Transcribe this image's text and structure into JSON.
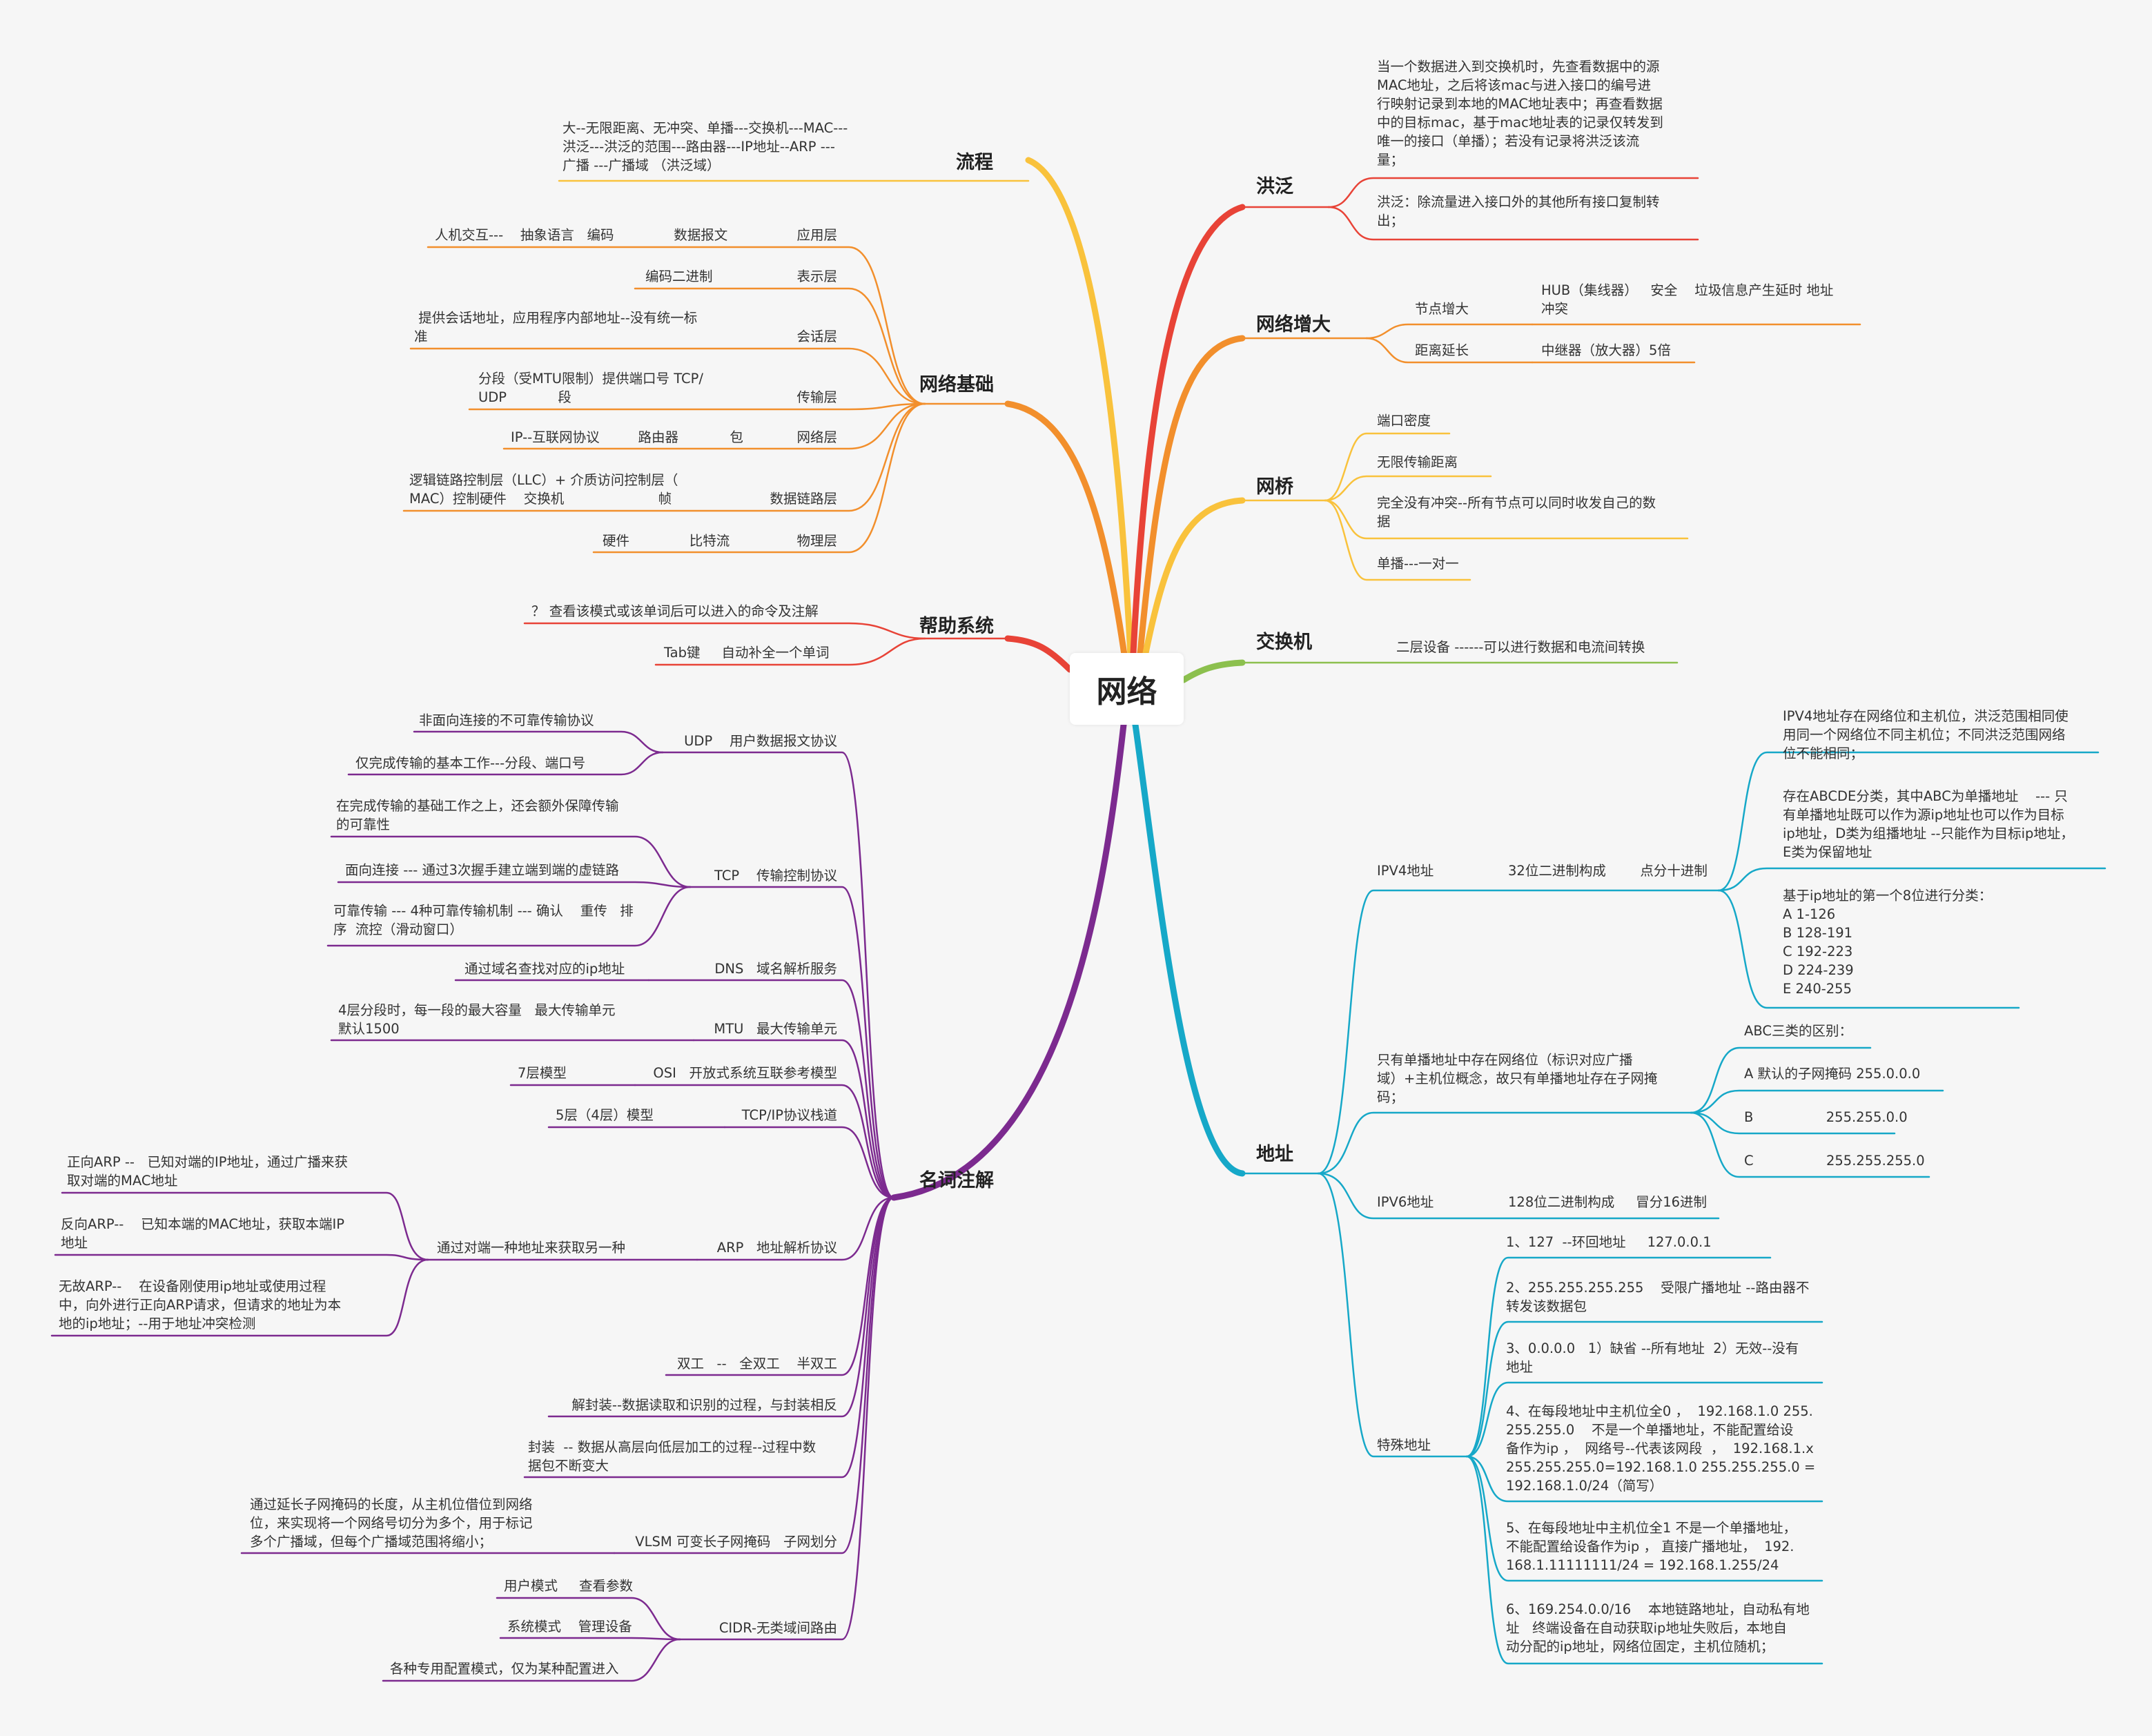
{
  "center": "网络",
  "colors": {
    "red": "#e84337",
    "orange": "#f28f2c",
    "yellow": "#f9c23c",
    "green": "#8cc04e",
    "cyan": "#16a8c8",
    "purple": "#7c2a8f"
  },
  "branches": {
    "liucheng": {
      "title": "流程",
      "note": "大--无限距离、无冲突、单播---交换机---MAC---\n洪泛---洪泛的范围---路由器---IP地址--ARP ---\n广播 ---广播域 （洪泛域）"
    },
    "jichu": {
      "title": "网络基础",
      "layers": [
        {
          "name": "应用层",
          "detail": "人机交互---    抽象语言   编码              数据报文"
        },
        {
          "name": "表示层",
          "detail": "编码二进制"
        },
        {
          "name": "会话层",
          "detail": " 提供会话地址，应用程序内部地址--没有统一标\n准"
        },
        {
          "name": "传输层",
          "detail": "分段（受MTU限制）提供端口号 TCP/\nUDP            段"
        },
        {
          "name": "网络层",
          "detail": "IP--互联网协议         路由器            包"
        },
        {
          "name": "数据链路层",
          "detail": "逻辑链路控制层（LLC）+ 介质访问控制层（\nMAC）控制硬件    交换机                      帧"
        },
        {
          "name": "物理层",
          "detail": "硬件              比特流"
        }
      ]
    },
    "bangzhu": {
      "title": "帮助系统",
      "items": [
        "？ 查看该模式或该单词后可以进入的命令及注解",
        "Tab键     自动补全一个单词"
      ]
    },
    "mingci": {
      "title": "名词注解",
      "udp": {
        "label": "UDP    用户数据报文协议",
        "items": [
          "非面向连接的不可靠传输协议",
          "仅完成传输的基本工作---分段、端口号"
        ]
      },
      "tcp": {
        "label": "TCP    传输控制协议",
        "items": [
          "在完成传输的基础工作之上，还会额外保障传输\n的可靠性",
          "面向连接 --- 通过3次握手建立端到端的虚链路",
          "可靠传输 --- 4种可靠传输机制 --- 确认    重传   排\n序  流控（滑动窗口）"
        ]
      },
      "dns": {
        "label": "DNS   域名解析服务",
        "detail": "通过域名查找对应的ip地址"
      },
      "mtu": {
        "label": "MTU   最大传输单元",
        "detail": "4层分段时，每一段的最大容量   最大传输单元\n默认1500"
      },
      "osi": {
        "label": "OSI   开放式系统互联参考模型",
        "detail": "7层模型"
      },
      "tcpip": {
        "label": "TCP/IP协议栈道",
        "detail": "5层（4层）模型"
      },
      "arp": {
        "label": "ARP   地址解析协议",
        "detail": "通过对端一种地址来获取另一种",
        "items": [
          "正向ARP --   已知对端的IP地址，通过广播来获\n取对端的MAC地址",
          "反向ARP--    已知本端的MAC地址，获取本端IP\n地址",
          "无故ARP--    在设备刚使用ip地址或使用过程\n中，向外进行正向ARP请求，但请求的地址为本\n地的ip地址；--用于地址冲突检测"
        ]
      },
      "duplex": "双工   --   全双工    半双工",
      "decap": "解封装--数据读取和识别的过程，与封装相反",
      "encap": "封装  -- 数据从高层向低层加工的过程--过程中数\n据包不断变大",
      "vlsm": {
        "label": "VLSM 可变长子网掩码   子网划分",
        "detail": "通过延长子网掩码的长度，从主机位借位到网络\n位，来实现将一个网络号切分为多个，用于标记\n多个广播域，但每个广播域范围将缩小；"
      },
      "cidr": {
        "label": "CIDR-无类域间路由",
        "items": [
          "用户模式     查看参数",
          "系统模式    管理设备",
          "各种专用配置模式，仅为某种配置进入"
        ]
      }
    },
    "hongfan": {
      "title": "洪泛",
      "items": [
        "当一个数据进入到交换机时，先查看数据中的源\nMAC地址，之后将该mac与进入接口的编号进\n行映射记录到本地的MAC地址表中；再查看数据\n中的目标mac，基于mac地址表的记录仅转发到\n唯一的接口（单播）；若没有记录将洪泛该流\n量；",
        "洪泛：除流量进入接口外的其他所有接口复制转\n出；"
      ]
    },
    "zengda": {
      "title": "网络增大",
      "items": [
        {
          "label": "节点增大",
          "detail": "HUB（集线器）   安全    垃圾信息产生延时 地址\n冲突"
        },
        {
          "label": "距离延长",
          "detail": "中继器（放大器）5倍"
        }
      ]
    },
    "wangqiao": {
      "title": "网桥",
      "items": [
        "端口密度",
        "无限传输距离",
        "完全没有冲突--所有节点可以同时收发自己的数\n据",
        "单播---一对一"
      ]
    },
    "jiaohuanji": {
      "title": "交换机",
      "detail": "二层设备 ------可以进行数据和电流间转换"
    },
    "dizhi": {
      "title": "地址",
      "ipv4": {
        "label": "IPV4地址",
        "sub": "32位二进制构成        点分十进制",
        "items": [
          "IPV4地址存在网络位和主机位，洪泛范围相同使\n用同一个网络位不同主机位；不同洪泛范围网络\n位不能相同；",
          "存在ABCDE分类，其中ABC为单播地址    --- 只\n有单播地址既可以作为源ip地址也可以作为目标\nip地址，D类为组播地址 --只能作为目标ip地址，\nE类为保留地址",
          "基于ip地址的第一个8位进行分类：\nA 1-126\nB 128-191\nC 192-223\nD 224-239\nE 240-255"
        ]
      },
      "mask": {
        "label": "只有单播地址中存在网络位（标识对应广播\n域）+主机位概念，故只有单播地址存在子网掩\n码；",
        "items": [
          "ABC三类的区别：",
          "A 默认的子网掩码 255.0.0.0",
          "B                 255.255.0.0",
          "C                 255.255.255.0"
        ]
      },
      "ipv6": {
        "label": "IPV6地址",
        "sub": "128位二进制构成     冒分16进制"
      },
      "special": {
        "label": "特殊地址",
        "items": [
          "1、127  --环回地址     127.0.0.1",
          "2、255.255.255.255    受限广播地址 --路由器不\n转发该数据包",
          "3、0.0.0.0   1）缺省 --所有地址  2）无效--没有\n地址",
          "4、在每段地址中主机位全0 ，  192.168.1.0 255.\n255.255.0    不是一个单播地址，不能配置给设\n备作为ip ，  网络号--代表该网段  ，  192.168.1.x\n255.255.255.0=192.168.1.0 255.255.255.0 =\n192.168.1.0/24（简写）",
          "5、在每段地址中主机位全1 不是一个单播地址，\n不能配置给设备作为ip ， 直接广播地址，  192.\n168.1.11111111/24 = 192.168.1.255/24",
          "6、169.254.0.0/16    本地链路地址，自动私有地\n址   终端设备在自动获取ip地址失败后，本地自\n动分配的ip地址，网络位固定，主机位随机；"
        ]
      }
    }
  }
}
